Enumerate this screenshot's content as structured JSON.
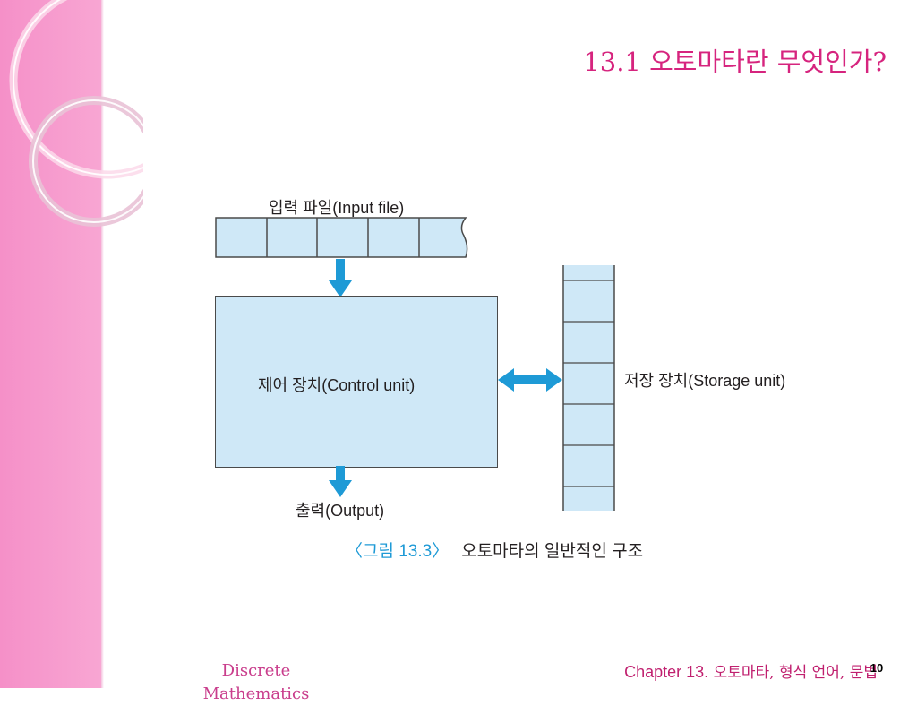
{
  "slide": {
    "title": "13.1 오토마타란 무엇인가?"
  },
  "diagram": {
    "input_file_label": "입력 파일(Input file)",
    "control_unit_label": "제어 장치(Control unit)",
    "storage_unit_label": "저장 장치(Storage unit)",
    "output_label": "출력(Output)",
    "caption_label": "〈그림 13.3〉",
    "caption_text": "오토마타의 일반적인 구조",
    "colors": {
      "box_fill": "#cfe8f7",
      "arrow": "#1e9ad6",
      "outline": "#4a4a4a"
    }
  },
  "footer": {
    "left": "Discrete Mathematics",
    "right_prefix": "Chapter 13.",
    "right_text": " 오토마타, 형식 언어, 문법",
    "page_number": "10"
  }
}
